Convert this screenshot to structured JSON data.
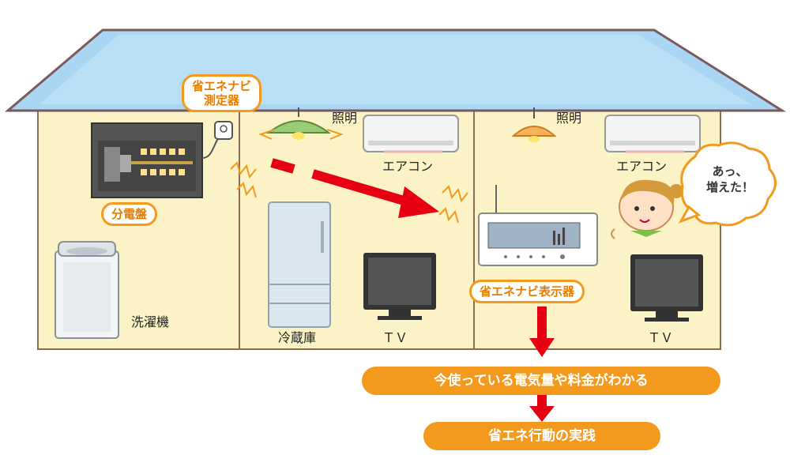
{
  "labels": {
    "meter_device": "省エネナビ\n測定器",
    "breaker_panel": "分電盤",
    "washing_machine": "洗濯機",
    "lighting_left": "照明",
    "aircon_left": "エアコン",
    "fridge": "冷蔵庫",
    "tv_left": "ＴＶ",
    "lighting_right": "照明",
    "aircon_right": "エアコン",
    "display_device": "省エネナビ表示器",
    "tv_right": "ＴＶ",
    "speech": "あっ、\n増えた！"
  },
  "flow": {
    "step1": "今使っている電気量や料金がわかる",
    "step2": "省エネ行動の実践"
  },
  "colors": {
    "roof": "#a9d7f3",
    "roof_edge": "#7a5a5a",
    "wall": "#fbf3c6",
    "accent_orange": "#f39a1e",
    "arrow_red": "#e60012"
  }
}
